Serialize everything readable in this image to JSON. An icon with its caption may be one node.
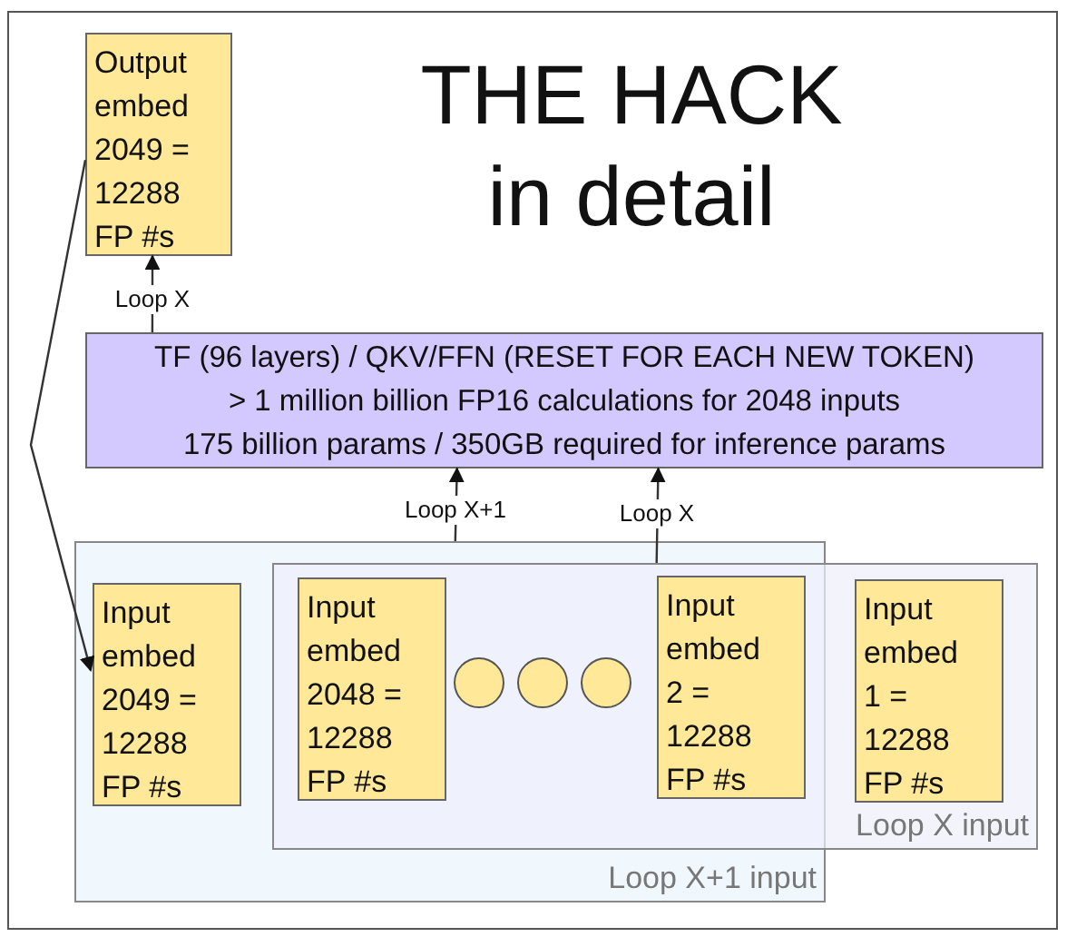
{
  "diagram": {
    "title": "THE HACK in detail",
    "nodes": [
      {
        "text": [
          "Output embed 2049 = 12288 FP #s"
        ]
      },
      {
        "text": [
          "TF (96 layers) / QKV/FFN (RESET FOR EACH NEW TOKEN)",
          "> 1 million billion FP16 calculations for 2048 inputs",
          "175 billion params / 350GB required for inference params"
        ]
      },
      {
        "text": [
          "Loop X+1 input"
        ]
      },
      {
        "text": [
          "Input embed 2049 = 12288 FP #s"
        ],
        "in": 2
      },
      {
        "text": [
          "Loop X input"
        ]
      },
      {
        "text": [
          "Input embed 2048 = 12288 FP #s"
        ]
      },
      {
        "text": [],
        "shape": "circle"
      },
      {
        "text": [],
        "shape": "circle"
      },
      {
        "text": [],
        "shape": "circle"
      },
      {
        "text": [
          "Input embed 2 = 12288 FP #s"
        ]
      },
      {
        "text": [
          "Input embed 1 = 12288 FP #s"
        ],
        "in": 4
      }
    ],
    "edges": [
      {
        "from": 1,
        "to": 0,
        "arrow": "to",
        "label": "Loop X"
      },
      {
        "from": 2,
        "to": 1,
        "arrow": "to",
        "label": "Loop X+1"
      },
      {
        "from": 4,
        "to": 1,
        "arrow": "to",
        "label": "Loop X"
      },
      {
        "from": 0,
        "to": 3,
        "arrow": "to"
      }
    ]
  }
}
